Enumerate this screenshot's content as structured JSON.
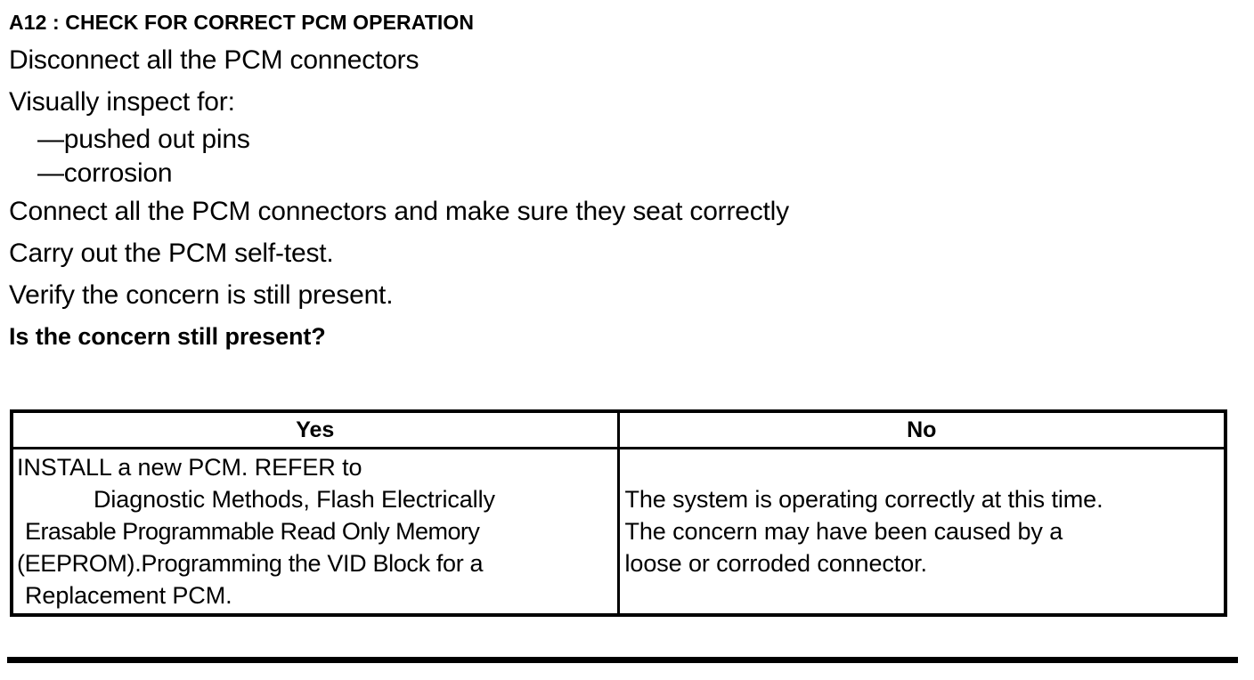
{
  "document": {
    "section_title": "A12 : CHECK FOR CORRECT PCM OPERATION",
    "steps": [
      "Disconnect all the PCM connectors",
      "Visually inspect for:",
      "—pushed out pins",
      "—corrosion",
      "Connect all the PCM connectors and make sure they seat correctly",
      "Carry out the PCM self-test.",
      "Verify the concern is still present."
    ],
    "question": "Is the concern still present?",
    "table": {
      "headers": [
        "Yes",
        "No"
      ],
      "yes_cell_lines": [
        "INSTALL a new PCM.  REFER to",
        "Diagnostic Methods, Flash Electrically",
        "Erasable Programmable Read Only Memory",
        "(EEPROM).Programming the VID Block for a",
        "Replacement PCM."
      ],
      "no_cell_lines": [
        "The system is operating correctly at this time.",
        "The concern may have been caused by a",
        "loose or corroded connector."
      ]
    },
    "colors": {
      "ink": "#000000",
      "paper": "#ffffff"
    }
  }
}
